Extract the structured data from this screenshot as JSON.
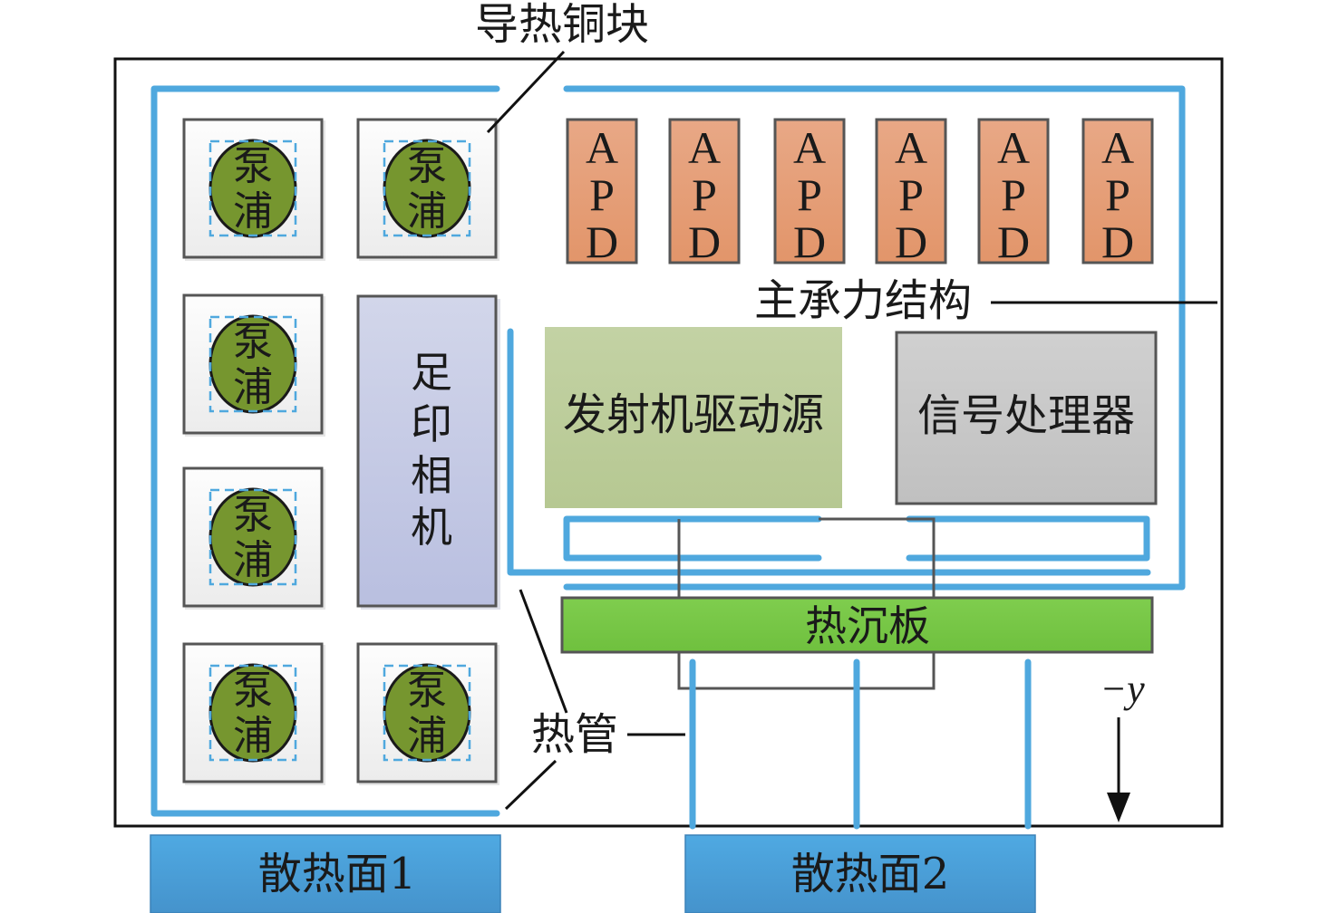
{
  "diagram": {
    "labels": {
      "copper_block": "导热铜块",
      "main_structure": "主承力结构",
      "heat_pipe": "热管",
      "axis": "−y"
    },
    "pump_label_top": "泵",
    "pump_label_bottom": "浦",
    "pumps": [
      {
        "id": "pump-1"
      },
      {
        "id": "pump-2"
      },
      {
        "id": "pump-3"
      },
      {
        "id": "pump-4"
      },
      {
        "id": "pump-5"
      },
      {
        "id": "pump-6"
      }
    ],
    "apd": {
      "letters": [
        "A",
        "P",
        "D"
      ],
      "count": 6
    },
    "footprint_camera": {
      "chars": [
        "足",
        "印",
        "相",
        "机"
      ]
    },
    "transmitter_driver": "发射机驱动源",
    "signal_processor": "信号处理器",
    "heat_sink_plate": "热沉板",
    "radiator_1": "散热面1",
    "radiator_2": "散热面2",
    "colors": {
      "heat_pipe": "#4fa8de",
      "pump_fill": "#76962f",
      "apd_fill": "#e59c76",
      "camera_fill": "#c6cbe6",
      "transmitter_fill": "#bdcc98",
      "processor_fill": "#c8c8c8",
      "heat_sink_fill": "#78c84a",
      "radiator_fill": "#4a9fd8"
    }
  }
}
